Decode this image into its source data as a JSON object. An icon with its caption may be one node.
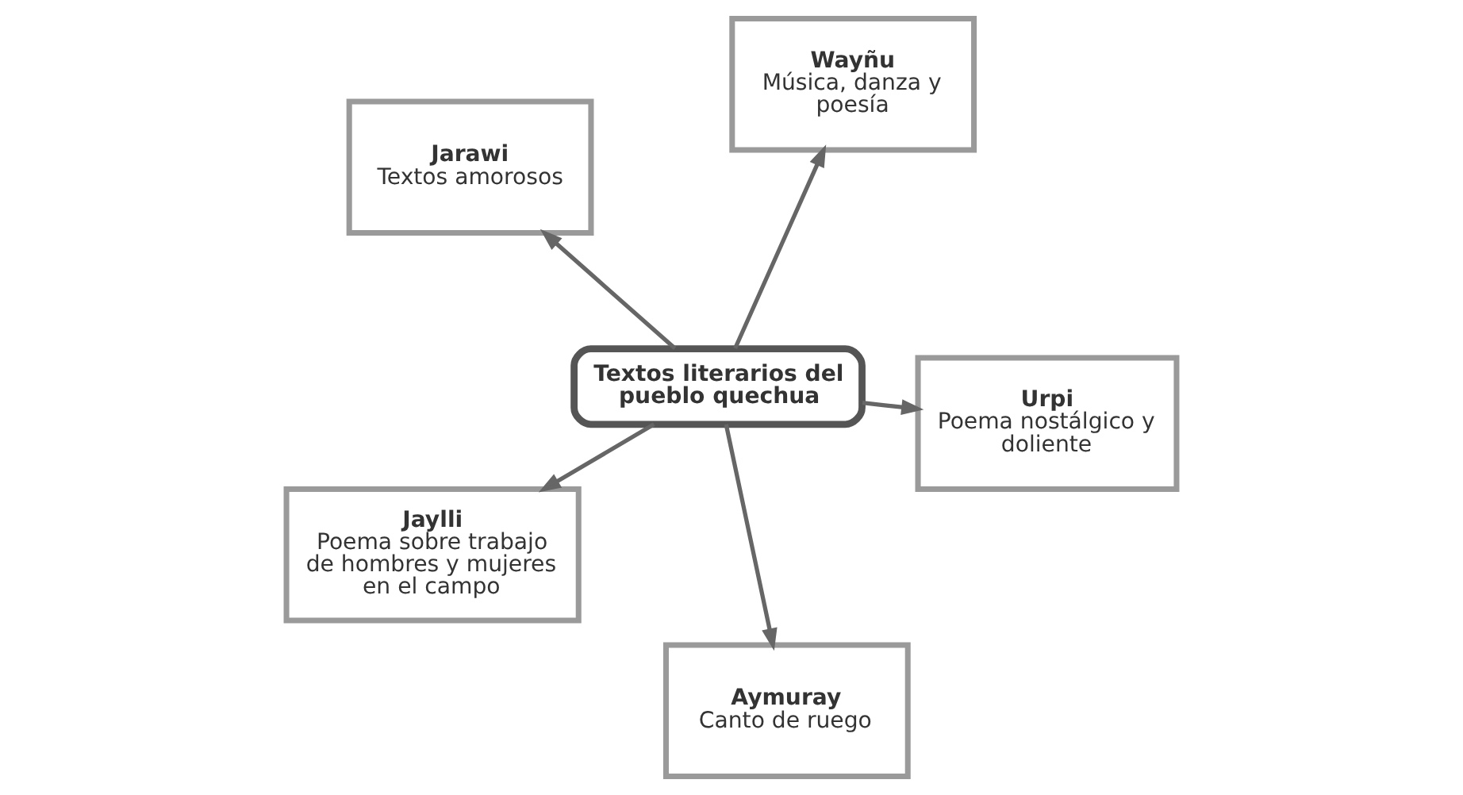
{
  "diagram": {
    "nodes": [
      {
        "text": [
          "Jarawi",
          "Textos amorosos"
        ]
      },
      {
        "text": [
          "Urpi",
          "Poema nostálgico y doliente"
        ]
      },
      {
        "text": [
          "Aymuray",
          "Canto de ruego"
        ]
      },
      {
        "text": [
          "Textos literarios del pueblo quechua"
        ]
      },
      {
        "text": [
          "Wayñu",
          "Música, danza y poesía"
        ]
      },
      {
        "text": [
          "Jaylli",
          "Poema sobre trabajo de hombres y mujeres en el campo"
        ]
      }
    ],
    "edges": [
      {
        "from": 3,
        "to": 0,
        "arrow": "to"
      },
      {
        "from": 3,
        "to": 1,
        "arrow": "to"
      },
      {
        "from": 3,
        "to": 2,
        "arrow": "to"
      },
      {
        "from": 3,
        "to": 4,
        "arrow": "to"
      },
      {
        "from": 3,
        "to": 5,
        "arrow": "to"
      }
    ]
  }
}
